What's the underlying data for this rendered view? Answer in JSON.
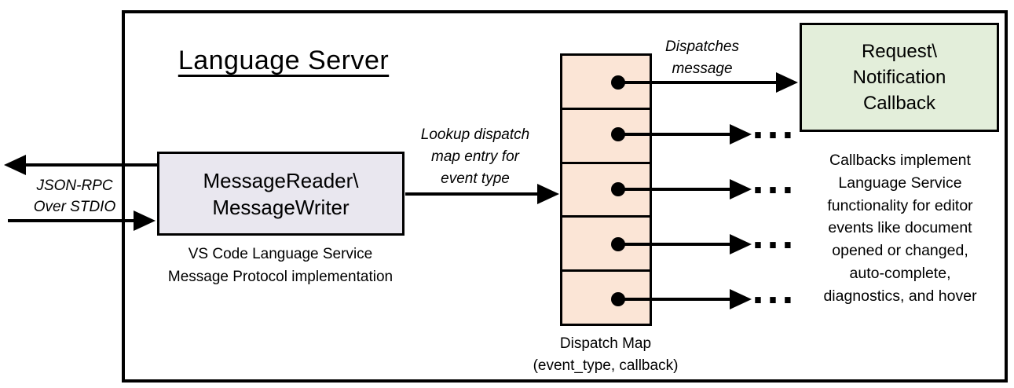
{
  "title": "Language Server",
  "io_label": {
    "line1": "JSON-RPC",
    "line2": "Over STDIO"
  },
  "message_box": {
    "line1": "MessageReader\\",
    "line2": "MessageWriter",
    "caption_line1": "VS Code Language Service",
    "caption_line2": "Message Protocol implementation"
  },
  "lookup_label": {
    "line1": "Lookup dispatch",
    "line2": "map entry for",
    "line3": "event type"
  },
  "dispatches_label": {
    "line1": "Dispatches",
    "line2": "message"
  },
  "callback_box": {
    "line1": "Request\\",
    "line2": "Notification",
    "line3": "Callback"
  },
  "dispatch_map": {
    "caption_line1": "Dispatch Map",
    "caption_line2": "(event_type, callback)",
    "ellipsis": "..."
  },
  "callbacks_note": {
    "lines": [
      "Callbacks implement",
      "Language Service",
      "functionality for editor",
      "events like document",
      "opened or changed,",
      "auto-complete,",
      "diagnostics, and hover"
    ]
  },
  "colors": {
    "message_box_fill": "#e9e7ef",
    "dispatch_cell_fill": "#fbe5d6",
    "callback_box_fill": "#e3eeda",
    "stroke": "#000000"
  }
}
